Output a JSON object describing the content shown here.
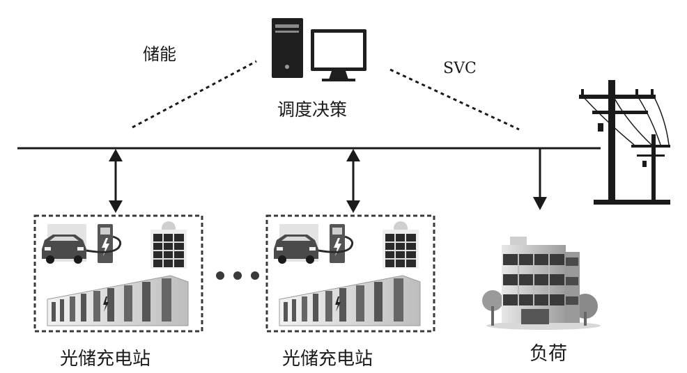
{
  "labels": {
    "storage": "储能",
    "svc": "SVC",
    "dispatch": "调度决策",
    "station_1": "光储充电站",
    "station_2": "光储充电站",
    "load": "负荷"
  },
  "icons": {
    "dispatch": "computer-icon",
    "pole": "power-pole-icon",
    "building": "office-building-icon",
    "car": "electric-car-icon",
    "charger": "charging-pile-icon",
    "solar": "solar-panel-icon",
    "battery": "battery-cabinet-icon"
  },
  "colors": {
    "ink": "#1a1a1a",
    "dark": "#3a3a3a",
    "mid": "#8a8a8a",
    "light": "#d0d0d0"
  }
}
